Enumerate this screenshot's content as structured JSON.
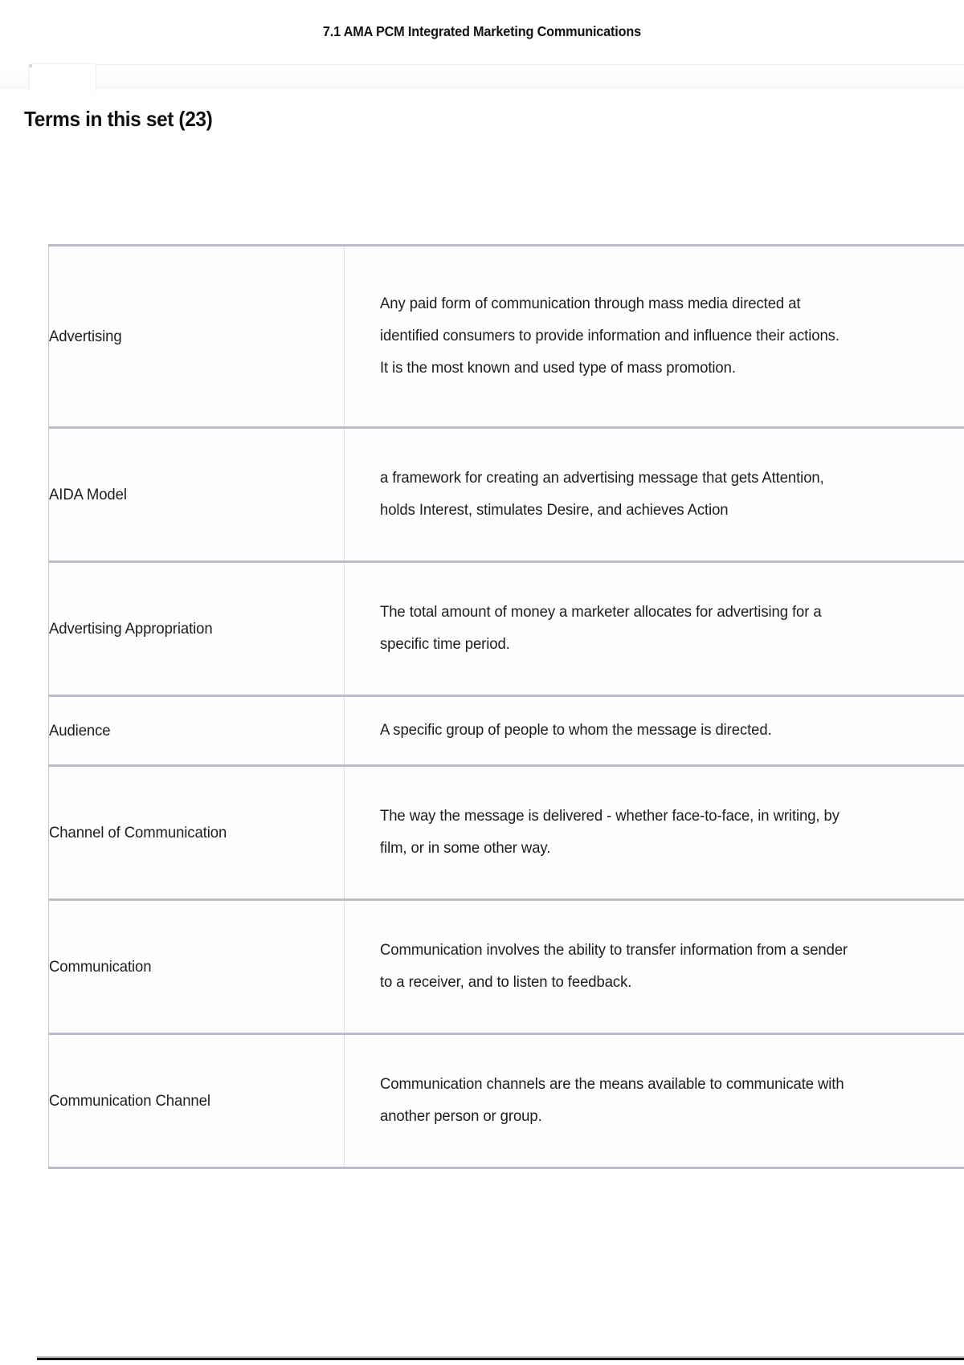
{
  "document": {
    "header_title": "7.1 AMA PCM Integrated Marketing Communications",
    "set_heading": "Terms in this set (23)"
  },
  "table": {
    "rows": [
      {
        "term": "Advertising",
        "definition_lines": [
          "Any paid form of communication through mass media directed at",
          "identified consumers to provide information and influence their actions.",
          "It is the most known and used type of mass promotion."
        ],
        "size": "tall"
      },
      {
        "term": "AIDA Model",
        "definition_lines": [
          "a framework for creating an advertising message that gets Attention,",
          "holds Interest, stimulates Desire, and achieves Action"
        ],
        "size": "mid"
      },
      {
        "term": "Advertising Appropriation",
        "definition_lines": [
          "The total amount of money a marketer allocates for advertising for a",
          "specific time period."
        ],
        "size": "mid"
      },
      {
        "term": "Audience",
        "definition_lines": [
          "A specific group of people to whom the message is directed."
        ],
        "size": "short"
      },
      {
        "term": "Channel of Communication",
        "definition_lines": [
          "The way the message is delivered - whether face-to-face, in writing, by",
          "film, or in some other way."
        ],
        "size": "mid"
      },
      {
        "term": "Communication",
        "definition_lines": [
          "Communication involves the ability to transfer information from a sender",
          "to a receiver, and to listen to feedback."
        ],
        "size": "mid"
      },
      {
        "term": "Communication Channel",
        "definition_lines": [
          "Communication channels are the means available to communicate with",
          "another person or group."
        ],
        "size": "mid"
      }
    ]
  }
}
